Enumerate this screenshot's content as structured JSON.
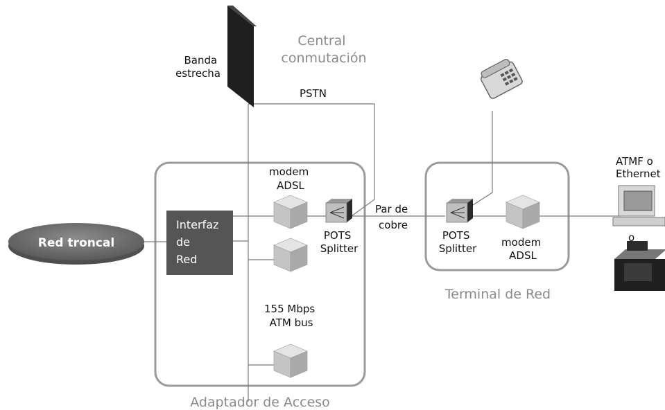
{
  "labels": {
    "central_title": [
      "Central",
      "conmutación"
    ],
    "banda": [
      "Banda",
      "estrecha"
    ],
    "pstn": "PSTN",
    "modem_top": [
      "modem",
      "ADSL"
    ],
    "interfaz": [
      "Interfaz",
      "de",
      "Red"
    ],
    "red_troncal": "Red troncal",
    "pots_left": [
      "POTS",
      "Splitter"
    ],
    "par_cobre": [
      "Par de",
      "cobre"
    ],
    "atm_bus": [
      "155 Mbps",
      "ATM bus"
    ],
    "adaptador": "Adaptador de Acceso",
    "pots_right": [
      "POTS",
      "Splitter"
    ],
    "modem_right": [
      "modem",
      "ADSL"
    ],
    "terminal": "Terminal de Red",
    "atmf": [
      "ATMF o",
      "Ethernet"
    ],
    "o": "o"
  },
  "colors": {
    "wire": "#7a7a7a",
    "box_border": "#9a9a9a",
    "interfaz_fill": "#555555",
    "troncal_fill": "#6b6b6b",
    "label_gray": "#8a8a8a",
    "cube": "#cfcfcf"
  }
}
